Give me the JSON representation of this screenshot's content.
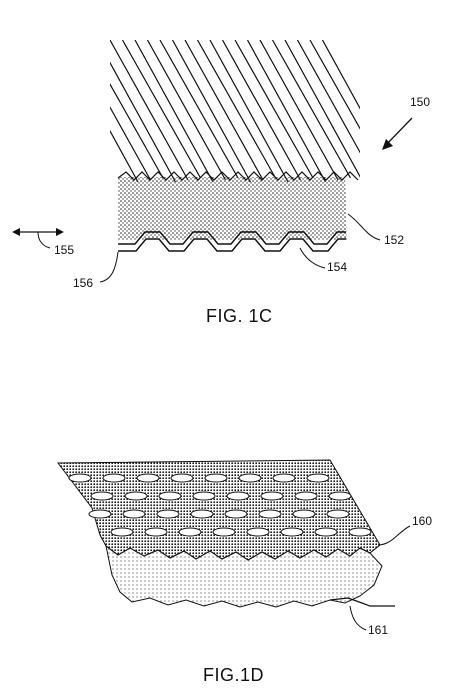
{
  "figures": [
    {
      "caption": "FIG. 1C",
      "labels": {
        "assembly": "150",
        "layer": "152",
        "surface": "154",
        "direction": "155",
        "interface": "156"
      }
    },
    {
      "caption": "FIG.1D",
      "labels": {
        "upper": "160",
        "lower": "161"
      }
    }
  ],
  "colors": {
    "ink": "#111111",
    "paper": "#ffffff"
  }
}
